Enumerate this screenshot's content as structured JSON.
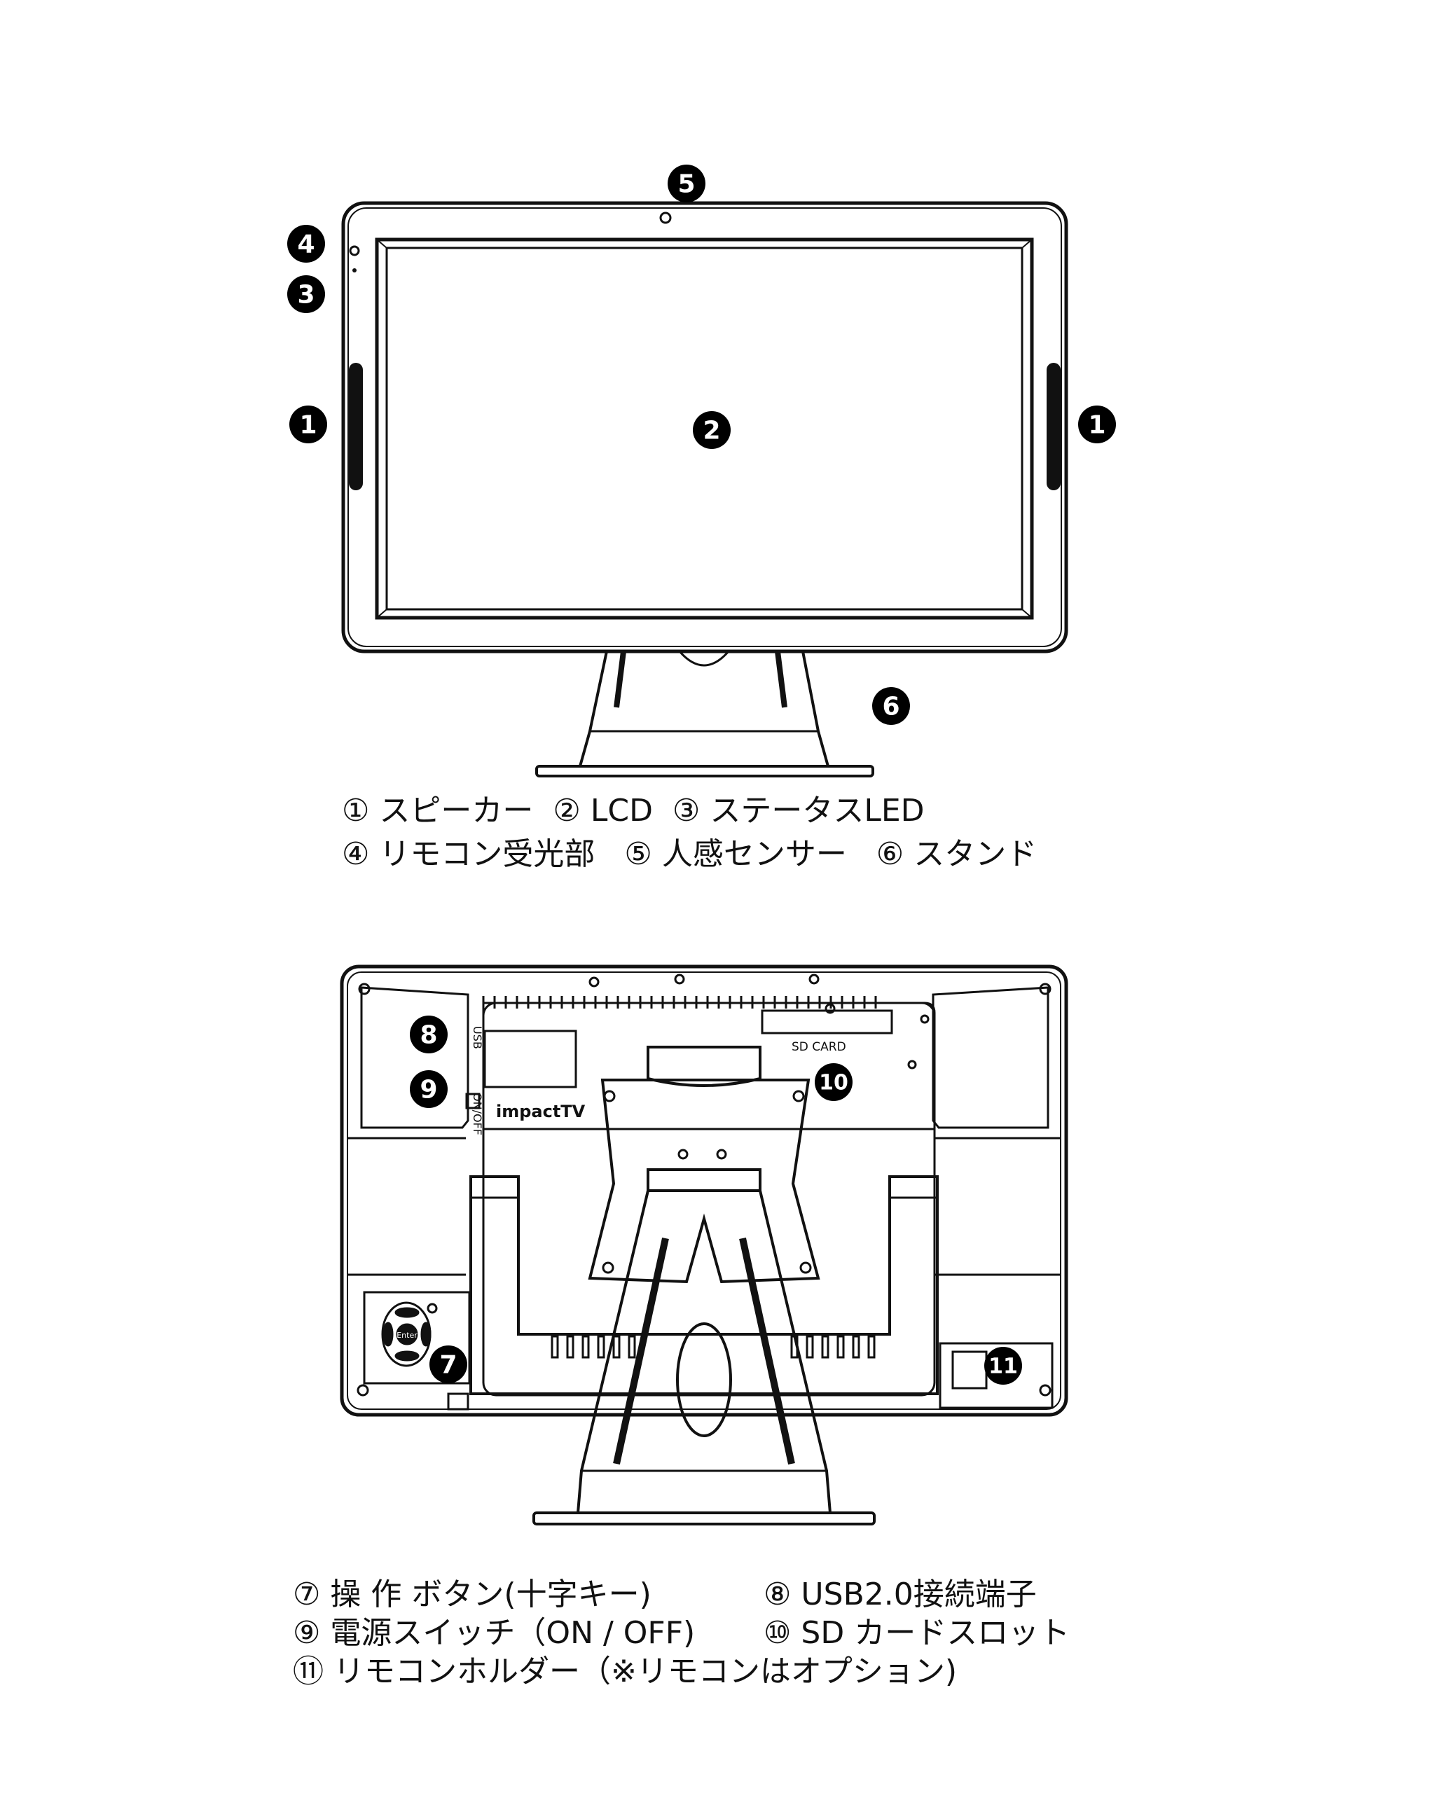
{
  "front_view": {
    "callouts": {
      "speaker_left": "1",
      "lcd": "2",
      "status_led": "3",
      "remote_receiver": "4",
      "motion_sensor": "5",
      "stand": "6",
      "speaker_right": "1"
    },
    "legend": {
      "line1": "① スピーカー  ② LCD  ③ ステータスLED",
      "line2": "④ リモコン受光部   ⑤ 人感センサー   ⑥ スタンド"
    }
  },
  "back_view": {
    "callouts": {
      "control_buttons": "7",
      "usb_port": "8",
      "power_switch": "9",
      "sd_slot": "10",
      "remote_holder": "11"
    },
    "panel_labels": {
      "usb": "USB",
      "on_off": "ON/OFF",
      "sd_card": "SD CARD",
      "brand": "impactTV",
      "enter": "Enter"
    },
    "legend": {
      "item7": "⑦ 操 作 ボタン(十字キー)",
      "item8": "⑧ USB2.0接続端子",
      "item9": "⑨ 電源スイッチ（ON / OFF)",
      "item10": "⑩ SD カードスロット",
      "item11": "⑪ リモコンホルダー（※リモコンはオプション)"
    }
  },
  "colors": {
    "line": "#111111",
    "background": "#ffffff",
    "callout_fill": "#000000",
    "callout_text": "#ffffff"
  }
}
